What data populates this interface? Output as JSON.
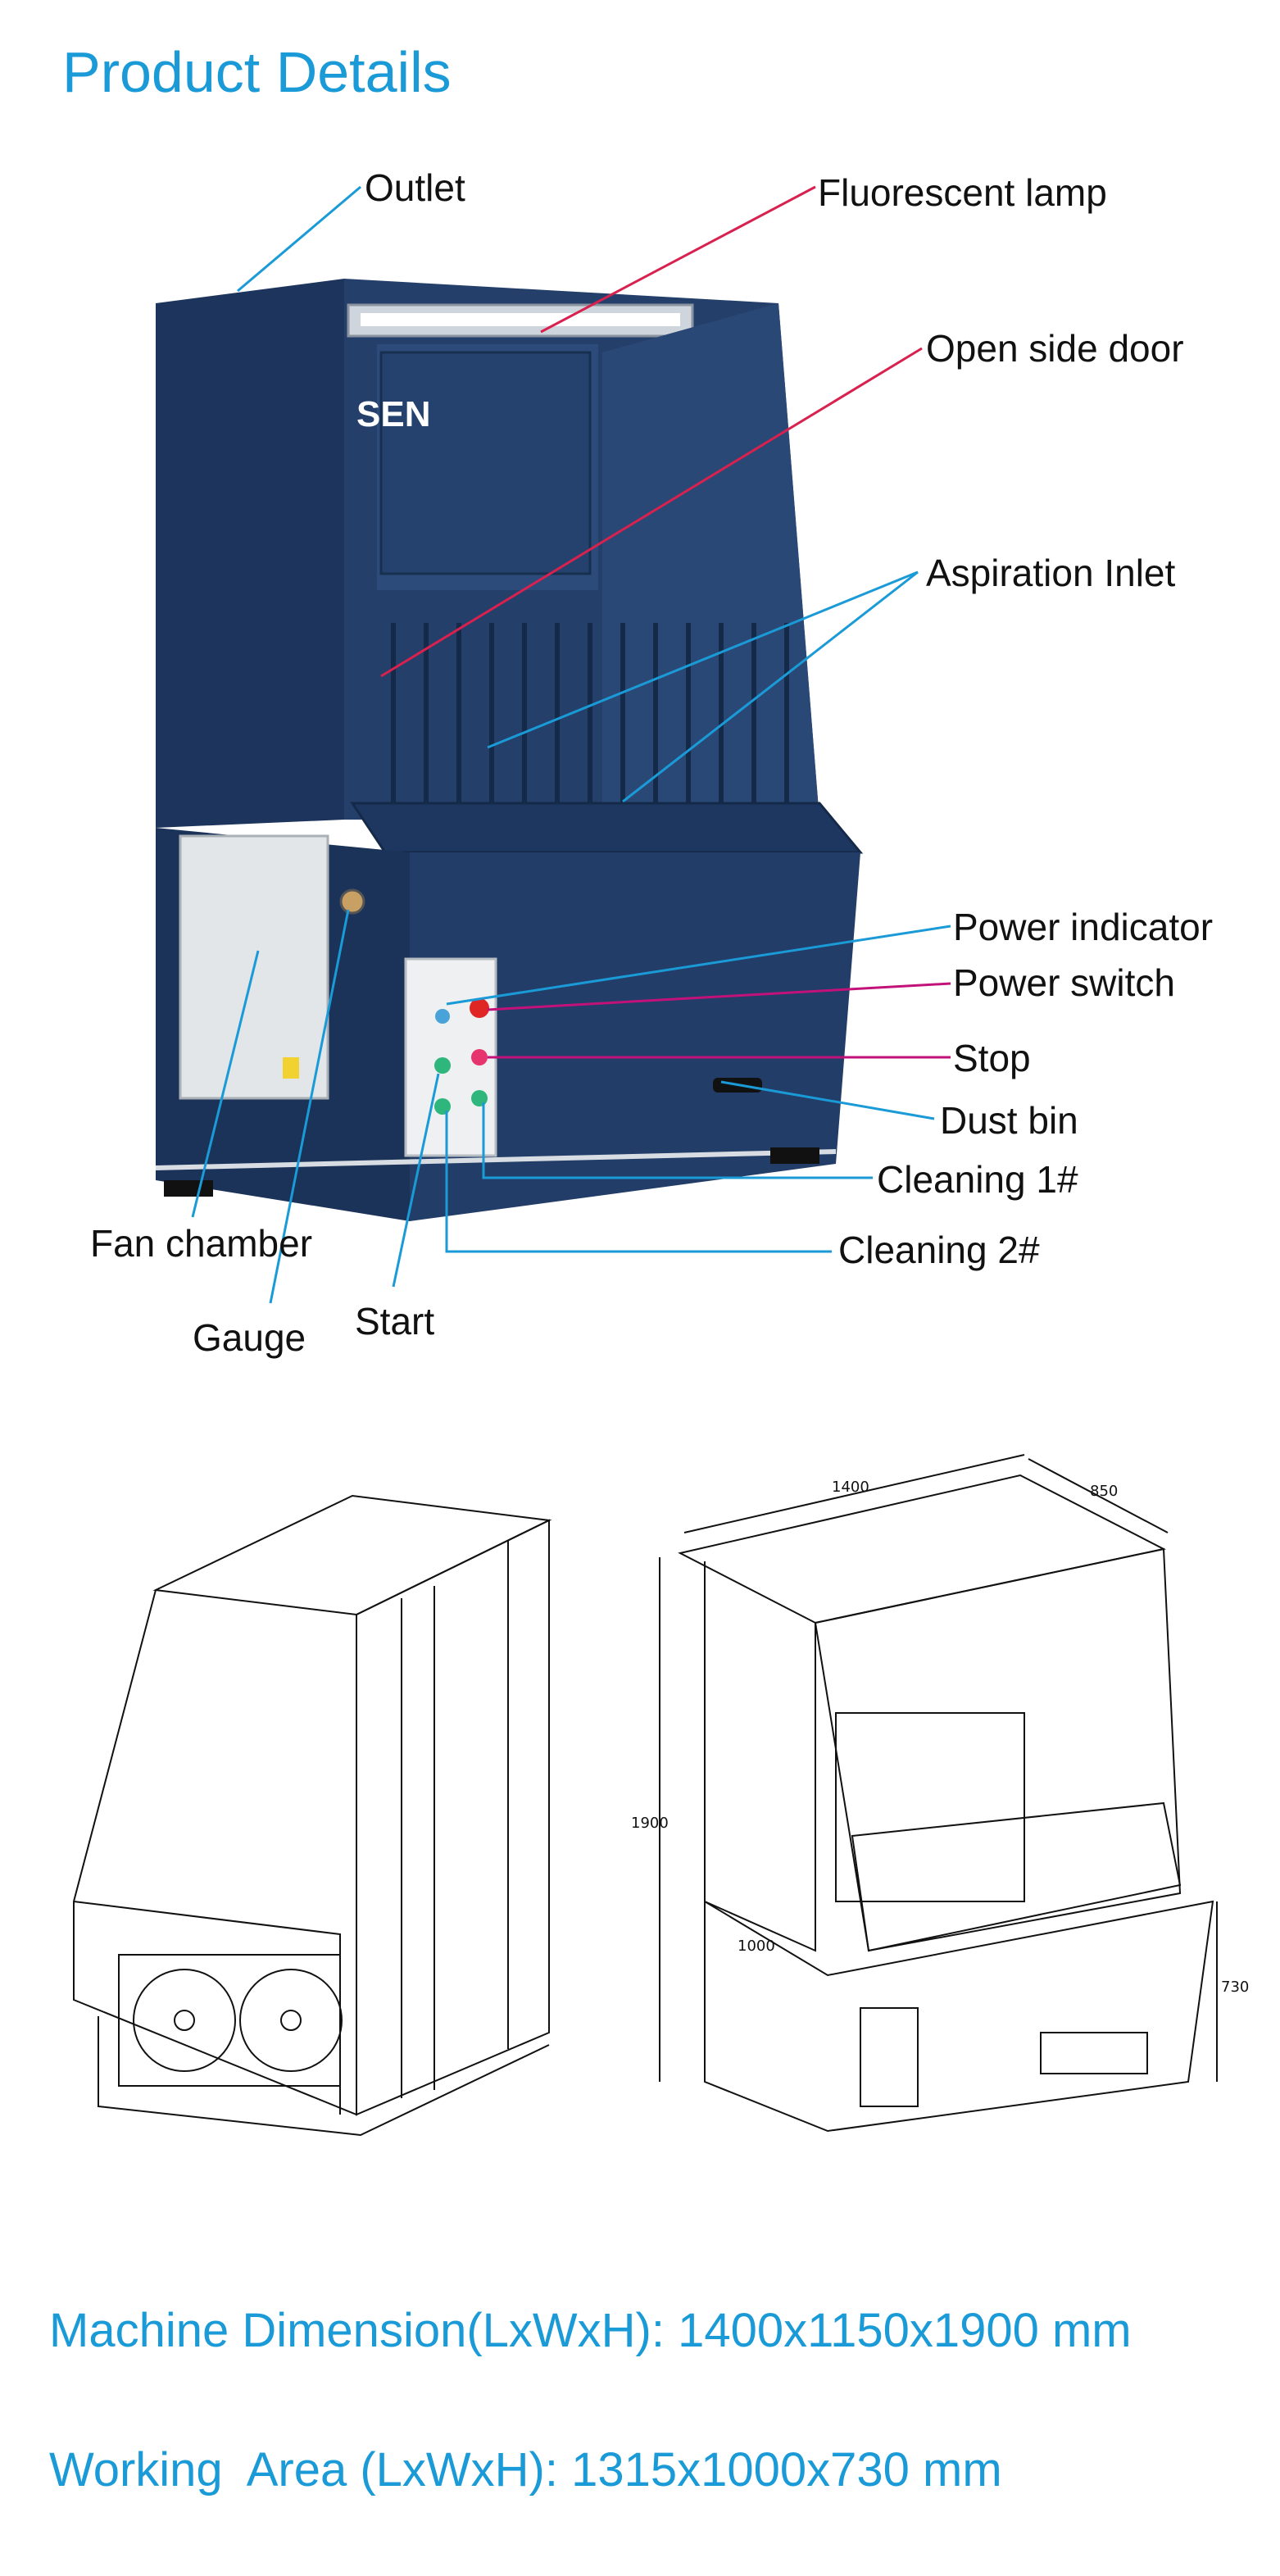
{
  "page_title": "Product Details",
  "brand_partial": "SEN",
  "callouts": {
    "outlet": "Outlet",
    "fluorescent_lamp": "Fluorescent lamp",
    "open_side_door": "Open side door",
    "aspiration_inlet": "Aspiration Inlet",
    "power_indicator": "Power indicator",
    "power_switch": "Power switch",
    "stop": "Stop",
    "dust_bin": "Dust bin",
    "cleaning_1": "Cleaning 1#",
    "cleaning_2": "Cleaning 2#",
    "fan_chamber": "Fan chamber",
    "gauge": "Gauge",
    "start": "Start"
  },
  "drawing_dims": {
    "length": "1400",
    "width": "850",
    "height": "1900",
    "work_width": "1000",
    "work_height": "730"
  },
  "specs": {
    "machine_dimension": "Machine Dimension(LxWxH): 1400x1150x1900 mm",
    "working_area": "Working  Area (LxWxH): 1315x1000x730 mm"
  },
  "colors": {
    "cabinet": "#1f3a63",
    "accent_blue": "#1a9ad6",
    "leader_red": "#d8214e",
    "leader_magenta": "#c2127a"
  }
}
